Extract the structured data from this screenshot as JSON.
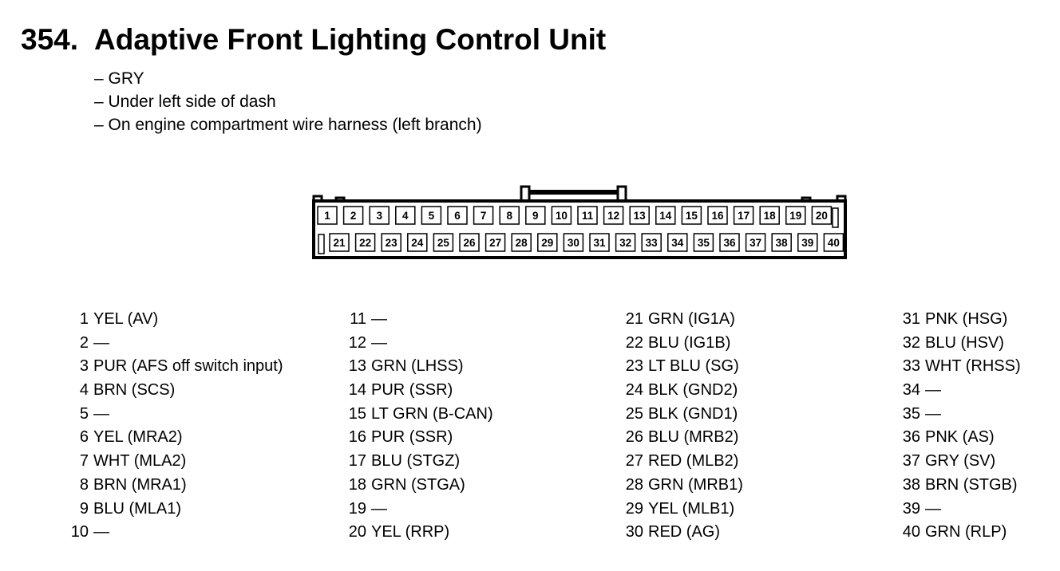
{
  "title": {
    "number": "354.",
    "text": "Adaptive Front Lighting Control Unit"
  },
  "notes": [
    "– GRY",
    "– Under left side of dash",
    "– On engine compartment wire harness (left branch)"
  ],
  "connector": {
    "top_row": [
      "1",
      "2",
      "3",
      "4",
      "5",
      "6",
      "7",
      "8",
      "9",
      "10",
      "11",
      "12",
      "13",
      "14",
      "15",
      "16",
      "17",
      "18",
      "19",
      "20"
    ],
    "bottom_row": [
      "21",
      "22",
      "23",
      "24",
      "25",
      "26",
      "27",
      "28",
      "29",
      "30",
      "31",
      "32",
      "33",
      "34",
      "35",
      "36",
      "37",
      "38",
      "39",
      "40"
    ]
  },
  "pin_columns": [
    [
      {
        "pin": "1",
        "desc": "YEL (AV)"
      },
      {
        "pin": "2",
        "desc": "—"
      },
      {
        "pin": "3",
        "desc": "PUR (AFS off switch input)"
      },
      {
        "pin": "4",
        "desc": "BRN (SCS)"
      },
      {
        "pin": "5",
        "desc": "—"
      },
      {
        "pin": "6",
        "desc": "YEL (MRA2)"
      },
      {
        "pin": "7",
        "desc": "WHT (MLA2)"
      },
      {
        "pin": "8",
        "desc": "BRN (MRA1)"
      },
      {
        "pin": "9",
        "desc": "BLU (MLA1)"
      },
      {
        "pin": "10",
        "desc": "—"
      }
    ],
    [
      {
        "pin": "11",
        "desc": "—"
      },
      {
        "pin": "12",
        "desc": "—"
      },
      {
        "pin": "13",
        "desc": "GRN (LHSS)"
      },
      {
        "pin": "14",
        "desc": "PUR (SSR)"
      },
      {
        "pin": "15",
        "desc": "LT GRN (B-CAN)"
      },
      {
        "pin": "16",
        "desc": "PUR (SSR)"
      },
      {
        "pin": "17",
        "desc": "BLU (STGZ)"
      },
      {
        "pin": "18",
        "desc": "GRN (STGA)"
      },
      {
        "pin": "19",
        "desc": "—"
      },
      {
        "pin": "20",
        "desc": "YEL (RRP)"
      }
    ],
    [
      {
        "pin": "21",
        "desc": "GRN (IG1A)"
      },
      {
        "pin": "22",
        "desc": "BLU (IG1B)"
      },
      {
        "pin": "23",
        "desc": "LT BLU (SG)"
      },
      {
        "pin": "24",
        "desc": "BLK (GND2)"
      },
      {
        "pin": "25",
        "desc": "BLK (GND1)"
      },
      {
        "pin": "26",
        "desc": "BLU (MRB2)"
      },
      {
        "pin": "27",
        "desc": "RED (MLB2)"
      },
      {
        "pin": "28",
        "desc": "GRN (MRB1)"
      },
      {
        "pin": "29",
        "desc": "YEL (MLB1)"
      },
      {
        "pin": "30",
        "desc": "RED (AG)"
      }
    ],
    [
      {
        "pin": "31",
        "desc": "PNK (HSG)"
      },
      {
        "pin": "32",
        "desc": "BLU (HSV)"
      },
      {
        "pin": "33",
        "desc": "WHT (RHSS)"
      },
      {
        "pin": "34",
        "desc": "—"
      },
      {
        "pin": "35",
        "desc": "—"
      },
      {
        "pin": "36",
        "desc": "PNK (AS)"
      },
      {
        "pin": "37",
        "desc": "GRY (SV)"
      },
      {
        "pin": "38",
        "desc": "BRN (STGB)"
      },
      {
        "pin": "39",
        "desc": "—"
      },
      {
        "pin": "40",
        "desc": "GRN (RLP)"
      }
    ]
  ]
}
